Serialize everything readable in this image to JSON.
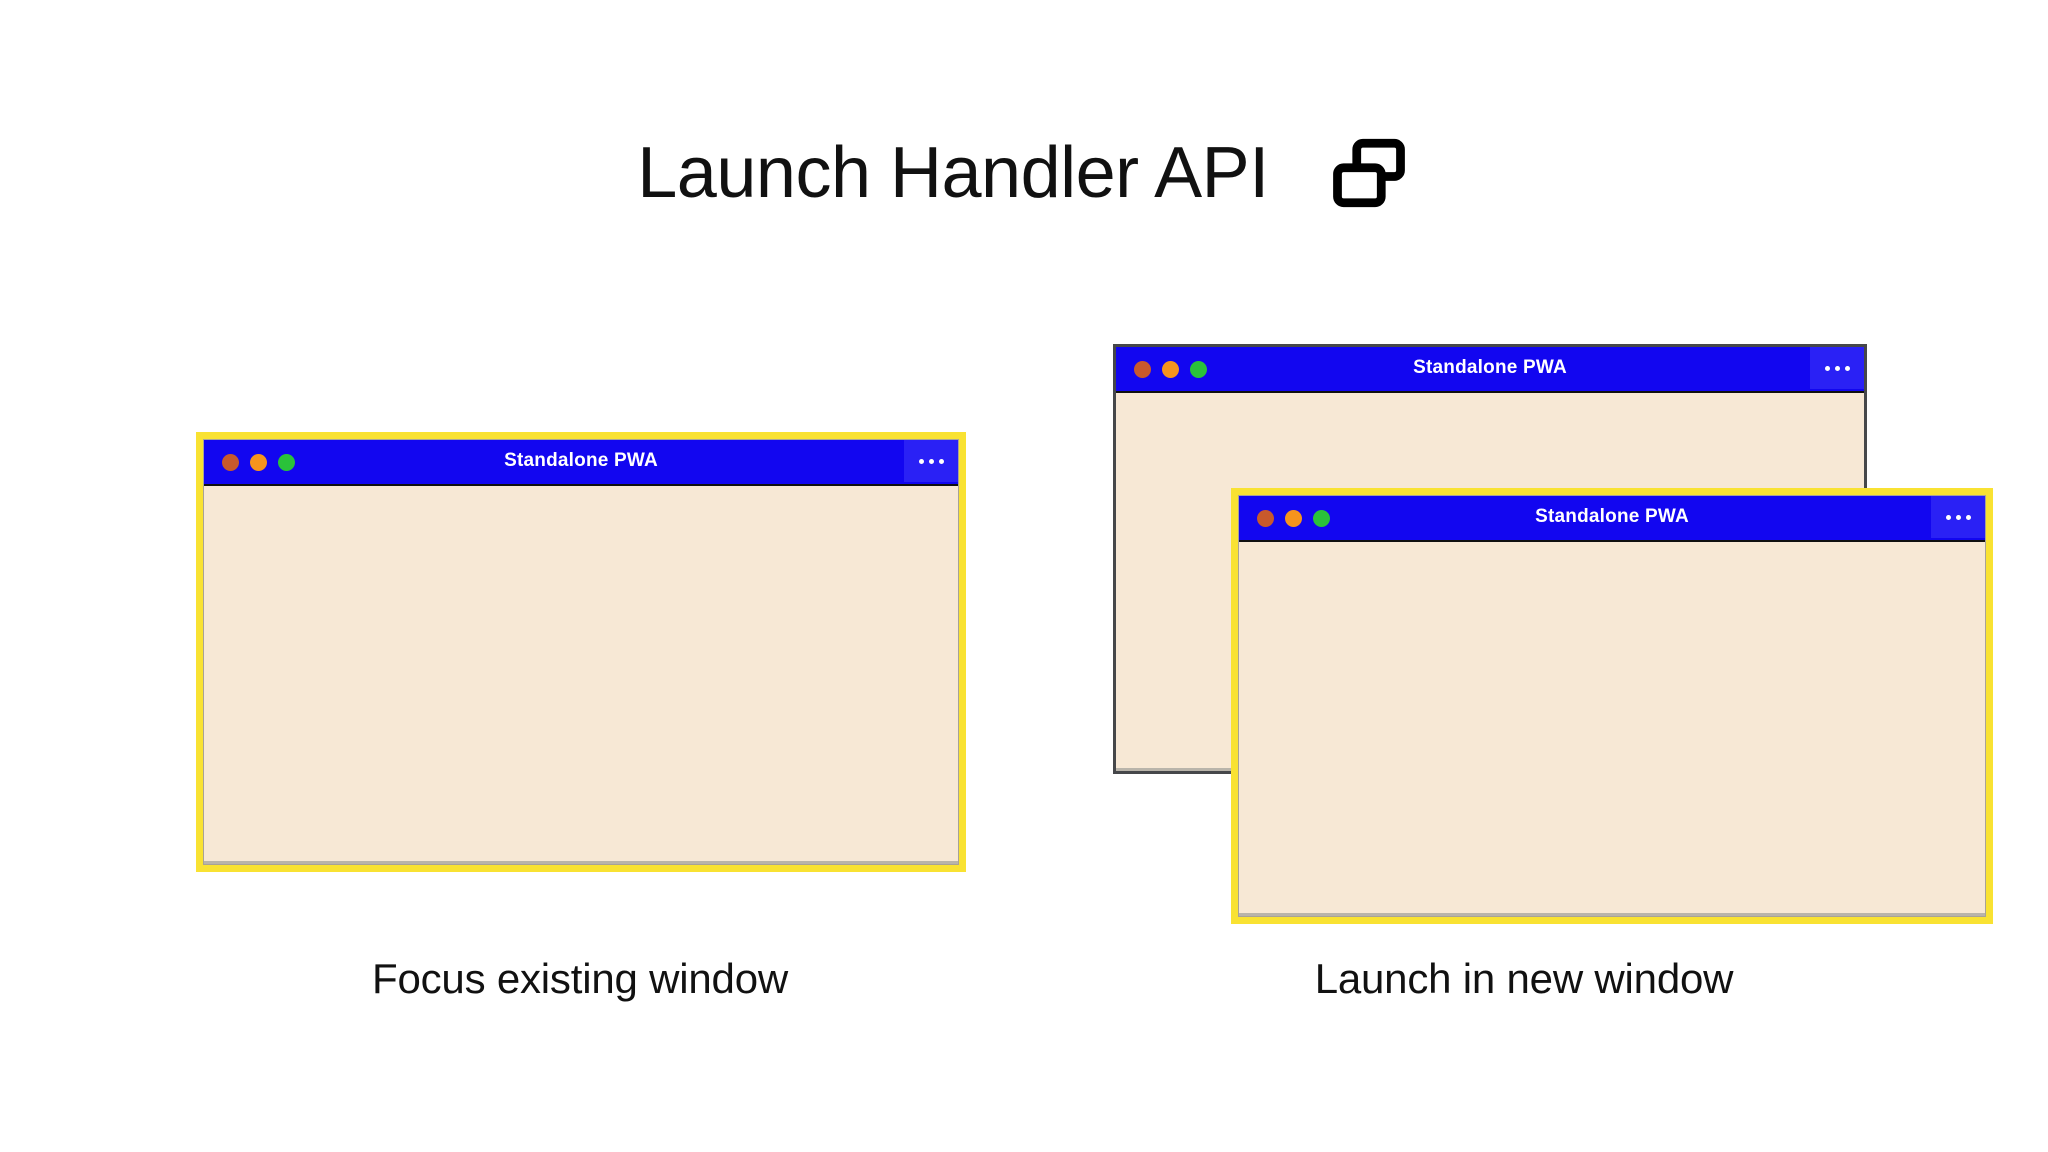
{
  "header": {
    "title": "Launch Handler API",
    "icon": "two-windows-icon"
  },
  "colors": {
    "background": "#ffffff",
    "titlebar_blue": "#1206f0",
    "menu_blue": "#2a21f5",
    "window_body": "#f7e8d5",
    "highlight_border": "#f9e232",
    "plain_border": "#46474a",
    "text": "#111111",
    "dot_red": "#c8592c",
    "dot_amber": "#f6941d",
    "dot_green": "#2ac23a"
  },
  "windows": {
    "focus": {
      "title": "Standalone PWA",
      "menu_icon": "overflow-menu-icon",
      "highlighted": true,
      "dots": [
        "close-dot",
        "minimize-dot",
        "maximize-dot"
      ]
    },
    "back": {
      "title": "Standalone PWA",
      "menu_icon": "overflow-menu-icon",
      "highlighted": false,
      "dots": [
        "close-dot",
        "minimize-dot",
        "maximize-dot"
      ]
    },
    "front": {
      "title": "Standalone PWA",
      "menu_icon": "overflow-menu-icon",
      "highlighted": true,
      "dots": [
        "close-dot",
        "minimize-dot",
        "maximize-dot"
      ]
    }
  },
  "captions": {
    "left": "Focus existing window",
    "right": "Launch in new window"
  }
}
